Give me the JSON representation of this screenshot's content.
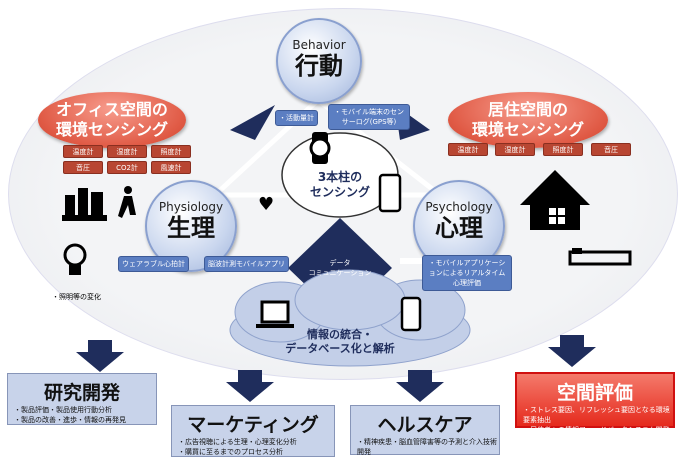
{
  "behavior": {
    "en": "Behavior",
    "jp": "行動",
    "tags": [
      "・活動量計",
      "・モバイル端末のセンサーログ(GPS等)"
    ]
  },
  "physiology": {
    "en": "Physiology",
    "jp": "生理",
    "tags": [
      "ウェアラブル心拍計",
      "脳波計測モバイルアプリ"
    ]
  },
  "psychology": {
    "en": "Psychology",
    "jp": "心理",
    "tags": [
      "・モバイルアプリケーションによるリアルタイム心理評価"
    ]
  },
  "office": {
    "title1": "オフィス空間の",
    "title2": "環境センシング",
    "tags": [
      "温度計",
      "湿度計",
      "照度計",
      "音圧",
      "CO2計",
      "風速計"
    ]
  },
  "home": {
    "title1": "居住空間の",
    "title2": "環境センシング",
    "tags": [
      "温度計",
      "湿度計",
      "照度計",
      "音圧"
    ]
  },
  "center": {
    "label1": "3本柱の",
    "label2": "センシング"
  },
  "diamond": {
    "label1": "データ",
    "label2": "コミュニケーション"
  },
  "cloud": {
    "label1": "情報の統合・",
    "label2": "データベース化と解析"
  },
  "lighting": "・照明等の変化",
  "outputs": [
    {
      "title": "研究開発",
      "items": [
        "・製品評価・製品使用行動分析",
        "・製品の改善・進歩・情報の再発見"
      ]
    },
    {
      "title": "マーケティング",
      "items": [
        "・広告視聴による生理・心理変化分析",
        "・購買に至るまでのプロセス分析"
      ]
    },
    {
      "title": "ヘルスケア",
      "items": [
        "・精神疾患・脳血管障害等の予測と介入技術開発"
      ]
    },
    {
      "title": "空間評価",
      "items": [
        "・ストレス要因、リフレッシュ要因となる環境要素抽出",
        "・居住者への情報フィードバックシステム開発"
      ]
    }
  ],
  "colors": {
    "navy": "#1f2d5c",
    "red": "#e52a1d",
    "blue": "#5b7ec2"
  }
}
